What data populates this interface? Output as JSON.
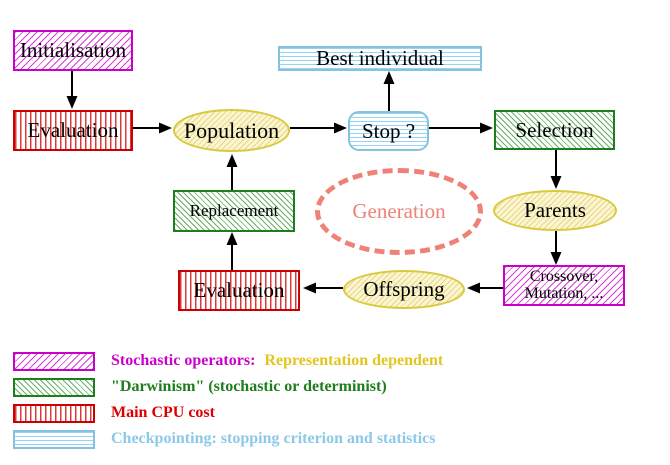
{
  "palette": {
    "magenta": "#cc00cc",
    "red": "#cc0000",
    "green": "#1e7d1e",
    "yellow_border": "#d9c93e",
    "yellow_fill": "#fbf6d0",
    "cyan_border": "#85c2e0",
    "salmon": "#ee8276",
    "gold_text": "#e3c520",
    "node_text": "#000000",
    "background": "#ffffff"
  },
  "nodes": {
    "initialisation": {
      "label": "Initialisation",
      "pattern": "magenta-hatch",
      "shape": "rect"
    },
    "evaluation_top": {
      "label": "Evaluation",
      "pattern": "red-vertical-lines",
      "shape": "rect"
    },
    "population": {
      "label": "Population",
      "pattern": "yellow-hatch",
      "shape": "ellipse"
    },
    "best_individual": {
      "label": "Best individual",
      "pattern": "cyan-horizontal-lines",
      "shape": "rect"
    },
    "stop": {
      "label": "Stop ?",
      "pattern": "cyan-horizontal-lines",
      "shape": "rounded-rect"
    },
    "selection": {
      "label": "Selection",
      "pattern": "green-hatch",
      "shape": "rect"
    },
    "parents": {
      "label": "Parents",
      "pattern": "yellow-hatch",
      "shape": "ellipse"
    },
    "crossover_mutation": {
      "line1": "Crossover,",
      "line2": "Mutation, ...",
      "pattern": "magenta-hatch",
      "shape": "rect"
    },
    "offspring": {
      "label": "Offspring",
      "pattern": "yellow-hatch",
      "shape": "ellipse"
    },
    "evaluation_bottom": {
      "label": "Evaluation",
      "pattern": "red-vertical-lines",
      "shape": "rect"
    },
    "replacement": {
      "label": "Replacement",
      "pattern": "green-hatch",
      "shape": "rect"
    },
    "generation": {
      "label": "Generation",
      "pattern": "dashed-salmon",
      "shape": "ellipse-outline"
    }
  },
  "edges": [
    {
      "from": "initialisation",
      "to": "evaluation_top"
    },
    {
      "from": "evaluation_top",
      "to": "population"
    },
    {
      "from": "population",
      "to": "stop"
    },
    {
      "from": "stop",
      "to": "best_individual"
    },
    {
      "from": "stop",
      "to": "selection"
    },
    {
      "from": "selection",
      "to": "parents"
    },
    {
      "from": "parents",
      "to": "crossover_mutation"
    },
    {
      "from": "crossover_mutation",
      "to": "offspring"
    },
    {
      "from": "offspring",
      "to": "evaluation_bottom"
    },
    {
      "from": "evaluation_bottom",
      "to": "replacement"
    },
    {
      "from": "replacement",
      "to": "population"
    }
  ],
  "legend": {
    "items": [
      {
        "swatch": "magenta-hatch",
        "label": "Stochastic operators:",
        "label2": "Representation dependent"
      },
      {
        "swatch": "green-hatch",
        "label": "\"Darwinism\" (stochastic or determinist)"
      },
      {
        "swatch": "red-vertical-lines",
        "label": "Main CPU cost"
      },
      {
        "swatch": "cyan-horizontal-lines",
        "label": "Checkpointing: stopping criterion and statistics"
      }
    ]
  }
}
